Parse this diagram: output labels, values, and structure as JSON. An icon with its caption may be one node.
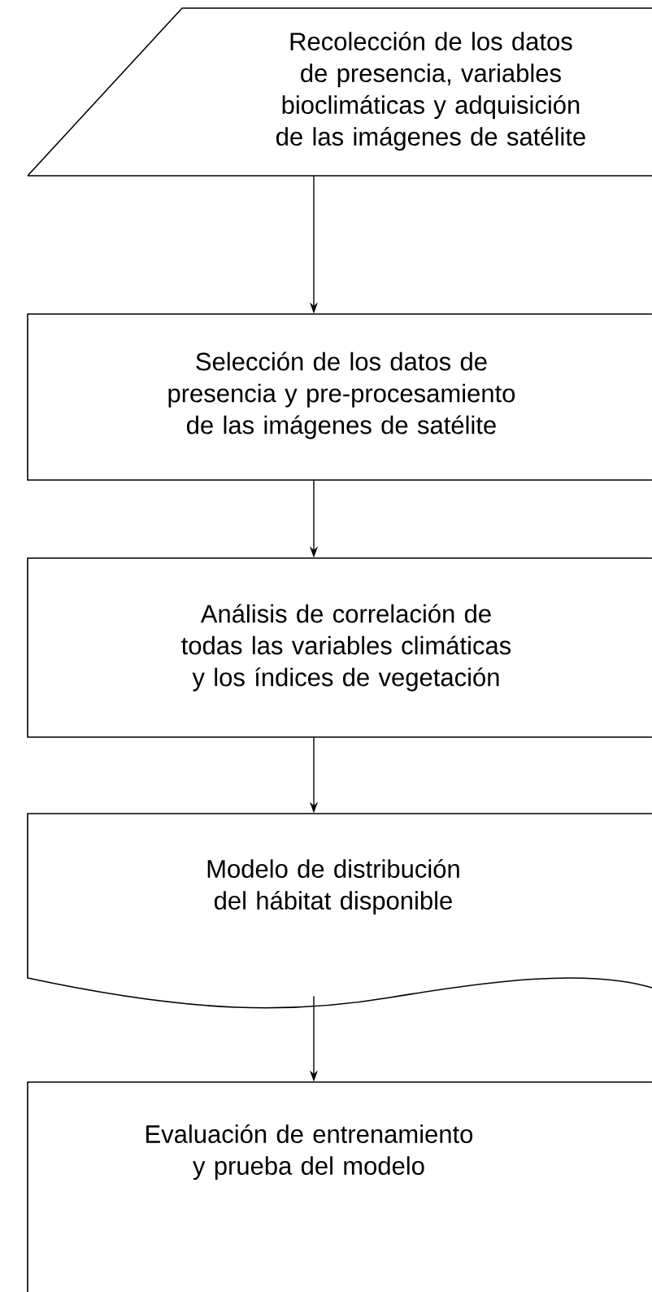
{
  "diagram": {
    "nodes": [
      {
        "text": [
          "Recolección de los datos de presencia, variables bioclimáticas y adquisición de las imágenes de satélite"
        ]
      },
      {
        "text": [
          "Selección de los datos de presencia y pre-procesamiento de las imágenes de satélite"
        ]
      },
      {
        "text": [
          "Análisis de correlación de todas las variables climáticas y los índices de vegetación"
        ]
      },
      {
        "text": [
          "Modelo de distribución del hábitat disponible"
        ]
      },
      {
        "text": [
          "Evaluación de entrenamiento y prueba del modelo"
        ]
      }
    ],
    "edges": [
      {
        "from": 0,
        "to": 1,
        "arrow": "to"
      },
      {
        "from": 1,
        "to": 2,
        "arrow": "to"
      },
      {
        "from": 2,
        "to": 3,
        "arrow": "to"
      },
      {
        "from": 3,
        "to": 4,
        "arrow": "to"
      }
    ]
  }
}
